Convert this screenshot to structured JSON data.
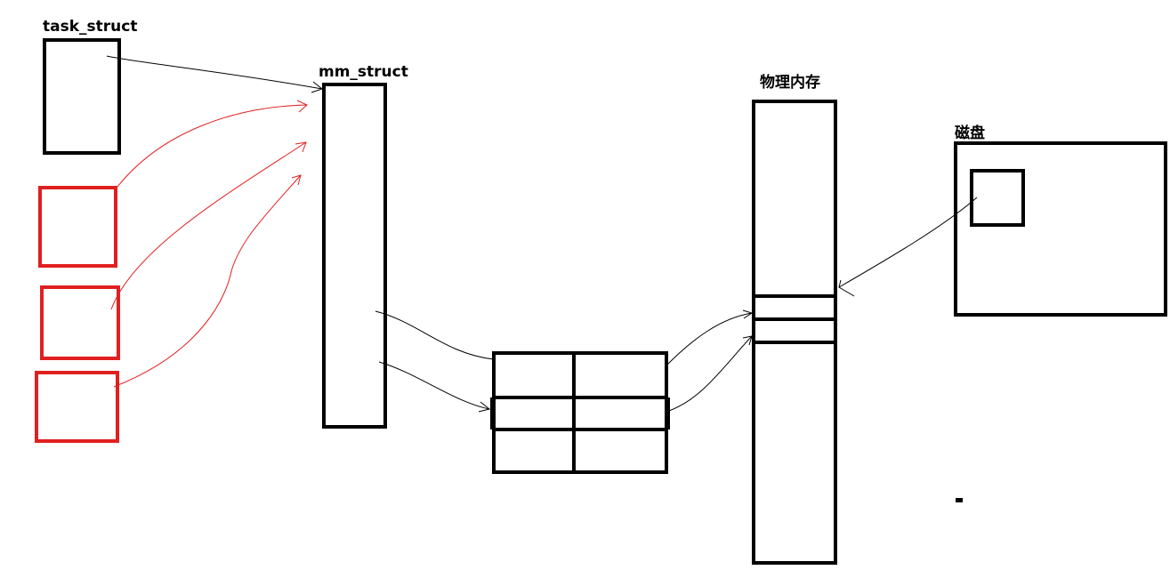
{
  "labels": {
    "task_struct": "task_struct",
    "mm_struct": "mm_struct",
    "physical_memory": "物理内存",
    "disk": "磁盘"
  },
  "colors": {
    "outline": "#000000",
    "highlight": "#e02020",
    "background": "#ffffff"
  }
}
